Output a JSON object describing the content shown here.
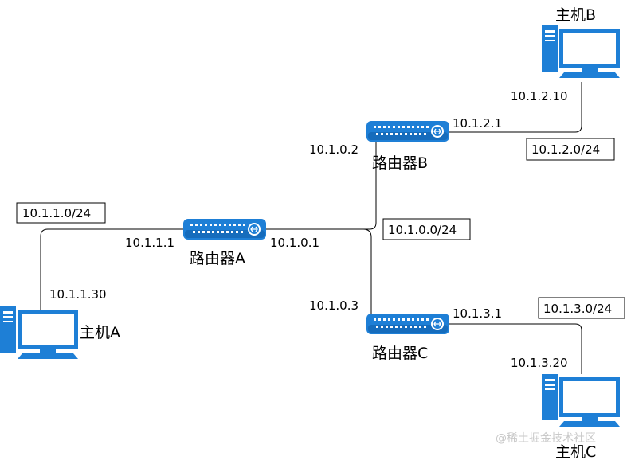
{
  "hosts": {
    "a": {
      "name": "主机A",
      "ip": "10.1.1.30"
    },
    "b": {
      "name": "主机B",
      "ip": "10.1.2.10"
    },
    "c": {
      "name": "主机C",
      "ip": "10.1.3.20"
    }
  },
  "routers": {
    "a": {
      "name": "路由器A",
      "ip_left": "10.1.1.1",
      "ip_right": "10.1.0.1"
    },
    "b": {
      "name": "路由器B",
      "ip_left": "10.1.0.2",
      "ip_right": "10.1.2.1"
    },
    "c": {
      "name": "路由器C",
      "ip_left": "10.1.0.3",
      "ip_right": "10.1.3.1"
    }
  },
  "subnets": {
    "net_a": "10.1.1.0/24",
    "net_core": "10.1.0.0/24",
    "net_b": "10.1.2.0/24",
    "net_c": "10.1.3.0/24"
  },
  "watermark": "@稀土掘金技术社区",
  "colors": {
    "device_blue": "#1e7fd6",
    "device_dark": "#0f5aa6",
    "screen_white": "#ffffff",
    "line": "#000000"
  },
  "icons": {
    "host": "desktop-computer-icon",
    "router": "network-router-icon"
  }
}
